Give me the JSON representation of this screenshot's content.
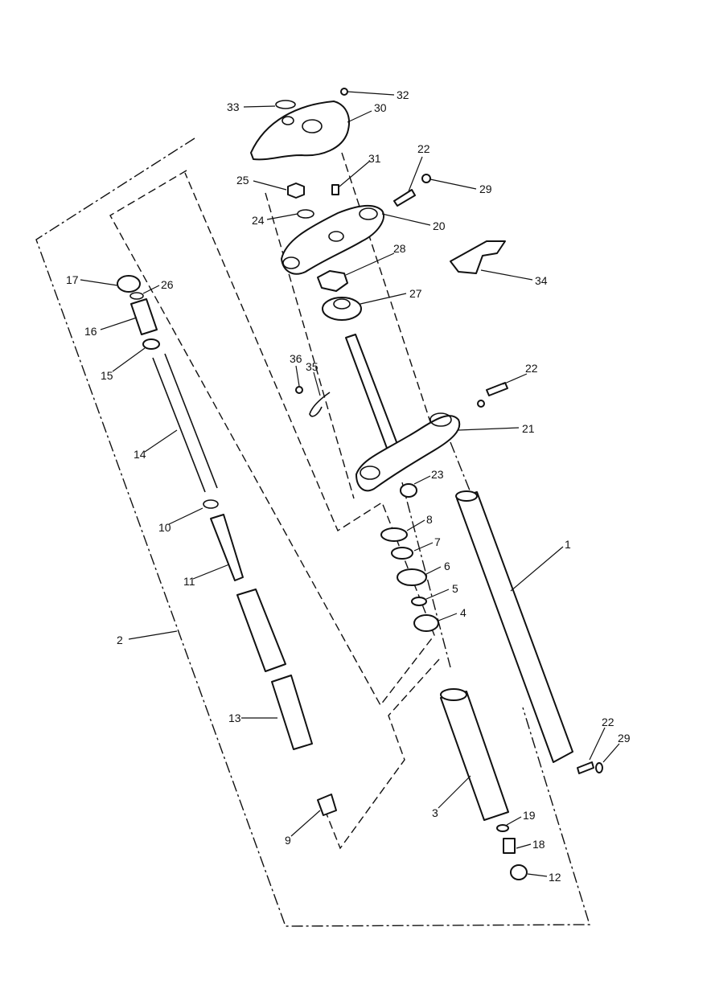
{
  "callouts": [
    "1",
    "2",
    "3",
    "4",
    "5",
    "6",
    "7",
    "8",
    "9",
    "10",
    "11",
    "12",
    "13",
    "14",
    "15",
    "16",
    "17",
    "18",
    "19",
    "20",
    "21",
    "22",
    "22",
    "22",
    "23",
    "24",
    "25",
    "26",
    "27",
    "28",
    "29",
    "29",
    "30",
    "31",
    "32",
    "33",
    "34",
    "35",
    "36"
  ]
}
